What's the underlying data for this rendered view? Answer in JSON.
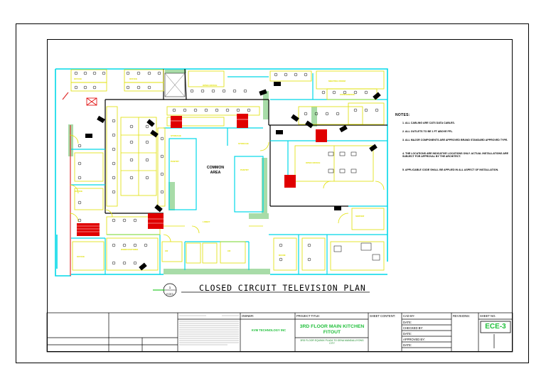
{
  "drawing": {
    "title": "CLOSED CIRCUIT TELEVISION PLAN",
    "view_number": "1",
    "view_sheet": "ECE3",
    "common_area_label": "COMMON\nAREA"
  },
  "notes": {
    "heading": "NOTES:",
    "items": [
      "1. ALL CABLING ARE CAT6 DATA CABLES.",
      "2. ALL OUTLETS TO BE 1 FT ABOVE FFL.",
      "3. ALL MAJOR COMPONENTS ARE APPROVED BRAND STANDARD APPROVED TYPE.",
      "4. THE LOCATIONS ARE INDICATIVE LOCATIONS ONLY. ACTUAL INSTALLATIONS ARE SUBJECT FOR APPROVAL BY THE ARCHITECT.",
      "5. APPLICABLE CODE SHALL BE APPLIED IN ALL ASPECT OF INSTALLATION."
    ]
  },
  "title_block": {
    "owner_label": "OWNER:",
    "owner_name": "KVM TECHNOLOGY INC",
    "project_title_label": "PROJECT TITLE:",
    "project_title": "3RD FLOOR MAIN KITCHEN FITOUT",
    "project_location": "3RD FLOOR EQUINIX PLAZA TO GENA MANDALUYONG CITY",
    "sheet_content_label": "SHEET CONTENT:",
    "cad_by_label": "CAD BY:",
    "checked_by_label": "CHECKED BY:",
    "approved_by_label": "APPROVED BY:",
    "date_label": "DATE:",
    "revisions_label": "REVISIONS:",
    "sheet_no_label": "SHEET NO.",
    "sheet_no": "ECE-3"
  },
  "colors": {
    "wall_cyan": "#00d8e8",
    "furniture_yellow": "#e8e800",
    "door_yellow": "#d8d800",
    "partition_green": "#9fd89f",
    "equipment_red": "#e00000",
    "camera_black": "#000000",
    "title_green": "#22c03c"
  }
}
